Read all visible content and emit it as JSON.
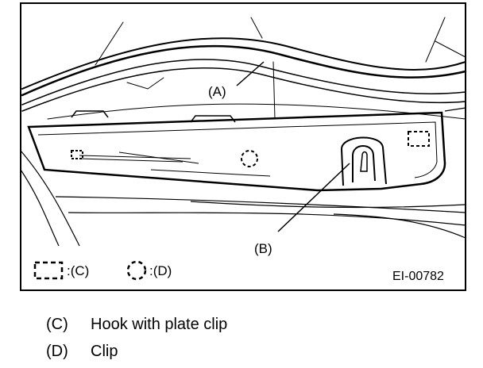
{
  "figure": {
    "callouts": {
      "a": "(A)",
      "b": "(B)"
    },
    "key": {
      "c": ":(C)",
      "d": ":(D)"
    },
    "figure_code": "EI-00782"
  },
  "legend": [
    {
      "key": "(C)",
      "text": "Hook with plate clip"
    },
    {
      "key": "(D)",
      "text": "Clip"
    }
  ]
}
